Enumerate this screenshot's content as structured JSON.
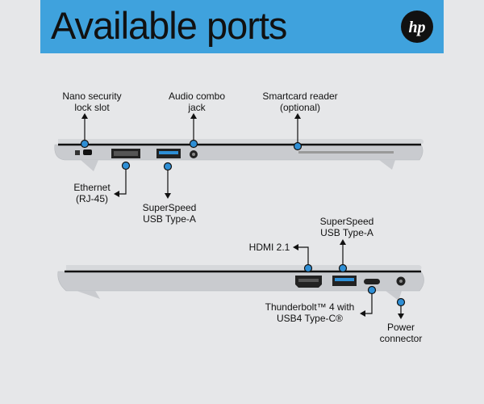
{
  "header": {
    "title": "Available ports",
    "logo_text": "hp"
  },
  "colors": {
    "banner": "#3fa2dd",
    "marker": "#2e8fd6",
    "background": "#e6e7e9",
    "laptop": "#c9cbcf"
  },
  "top_view": {
    "labels": {
      "nano_lock": "Nano security\nlock slot",
      "audio": "Audio combo\njack",
      "smartcard": "Smartcard reader\n(optional)",
      "ethernet": "Ethernet\n(RJ-45)",
      "usb_a": "SuperSpeed\nUSB Type-A"
    }
  },
  "bottom_view": {
    "labels": {
      "usb_a": "SuperSpeed\nUSB Type-A",
      "hdmi": "HDMI 2.1",
      "thunderbolt": "Thunderbolt™ 4 with\nUSB4 Type-C®",
      "power": "Power\nconnector"
    }
  }
}
